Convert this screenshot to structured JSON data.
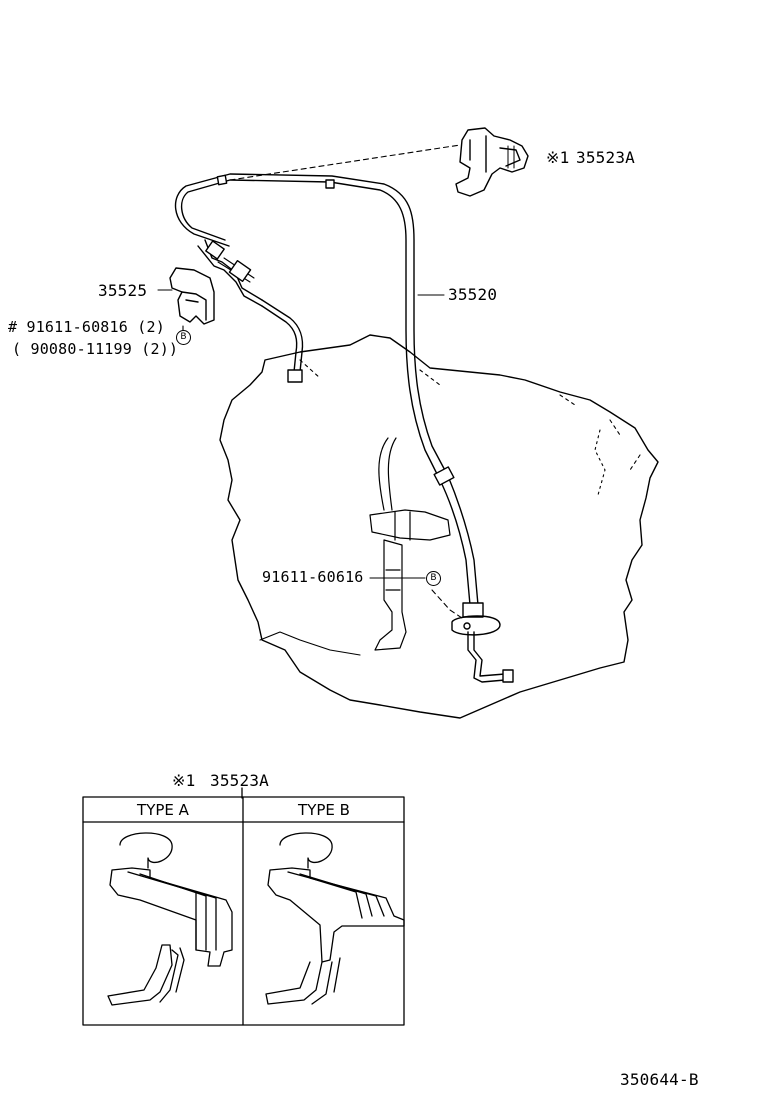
{
  "parts": {
    "bracket_clamp": {
      "ref": "※1",
      "number": "35523A"
    },
    "cable": {
      "number": "35520"
    },
    "bracket": {
      "number": "35525"
    },
    "bolt_upper": {
      "primary": "# 91611-60816 (2)",
      "alternate": "( 90080-11199 (2))"
    },
    "bolt_lower": {
      "number": "91611-60616"
    },
    "bolt_marker": "B"
  },
  "inset": {
    "ref": "※1",
    "number": "35523A",
    "types": [
      {
        "label": "TYPE A"
      },
      {
        "label": "TYPE B"
      }
    ]
  },
  "figure_code": "350644-B",
  "colors": {
    "line": "#000000",
    "background": "#ffffff"
  }
}
